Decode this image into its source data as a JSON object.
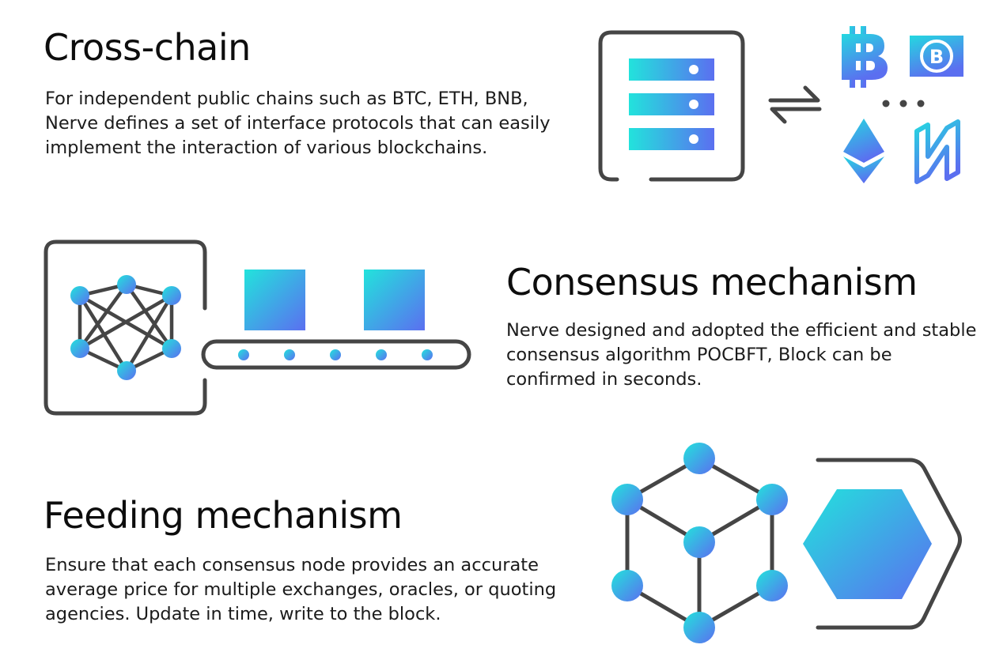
{
  "sections": [
    {
      "title": "Cross-chain",
      "description": "For independent public chains such as BTC, ETH, BNB, Nerve defines a set of interface protocols that can easily implement the interaction of various blockchains."
    },
    {
      "title": "Consensus mechanism",
      "description": "Nerve designed and adopted the efficient and stable consensus algorithm POCBFT, Block can be confirmed in seconds."
    },
    {
      "title": "Feeding mechanism",
      "description": "Ensure that each consensus node provides an accurate average price for multiple exchanges, oracles, or quoting agencies. Update in time, write to the block."
    }
  ],
  "icons": {
    "cross_chain": [
      "server-icon",
      "exchange-arrows-icon",
      "bitcoin-icon",
      "bitcoin-cash-icon",
      "ellipsis-icon",
      "ethereum-icon",
      "nerve-logo-icon"
    ],
    "consensus": [
      "network-nodes-icon",
      "block-icon",
      "conveyor-belt-icon"
    ],
    "feeding": [
      "node-cube-icon",
      "hexagon-icon"
    ]
  },
  "colors": {
    "gradient_start": "#22e3dc",
    "gradient_end": "#5b6ff0",
    "stroke": "#454545"
  }
}
